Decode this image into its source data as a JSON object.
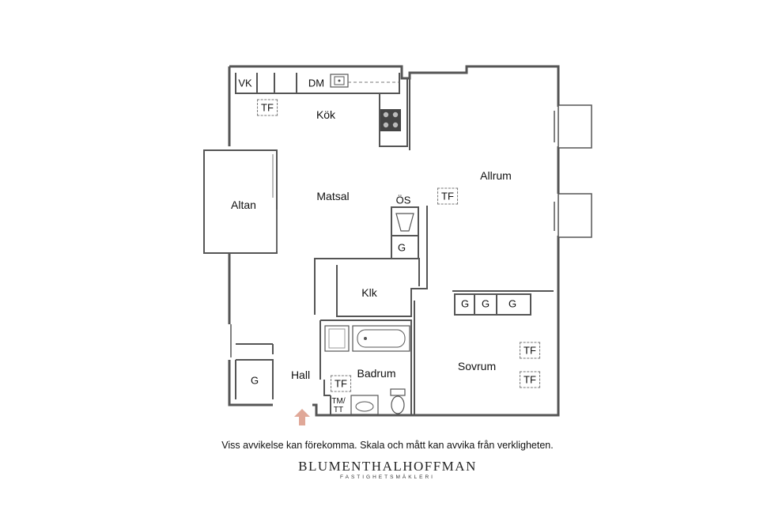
{
  "rooms": {
    "kitchen": "Kök",
    "dining": "Matsal",
    "living": "Allrum",
    "terrace": "Altan",
    "closet": "Klk",
    "hall": "Hall",
    "bathroom": "Badrum",
    "bedroom": "Sovrum"
  },
  "fixtures": {
    "vk": "VK",
    "dm": "DM",
    "os": "ÖS",
    "g": "G",
    "tf": "TF",
    "tmtt": "TM/\nTT"
  },
  "footer": {
    "disclaimer": "Viss avvikelse kan förekomma. Skala och mått kan avvika från verkligheten.",
    "brand": "BLUMENTHALHOFFMAN",
    "brand_sub": "FASTIGHETSMÄKLERI"
  },
  "colors": {
    "wall": "#555555",
    "wall_fill": "#e6e6e6",
    "entrance_arrow": "#e0a898"
  }
}
